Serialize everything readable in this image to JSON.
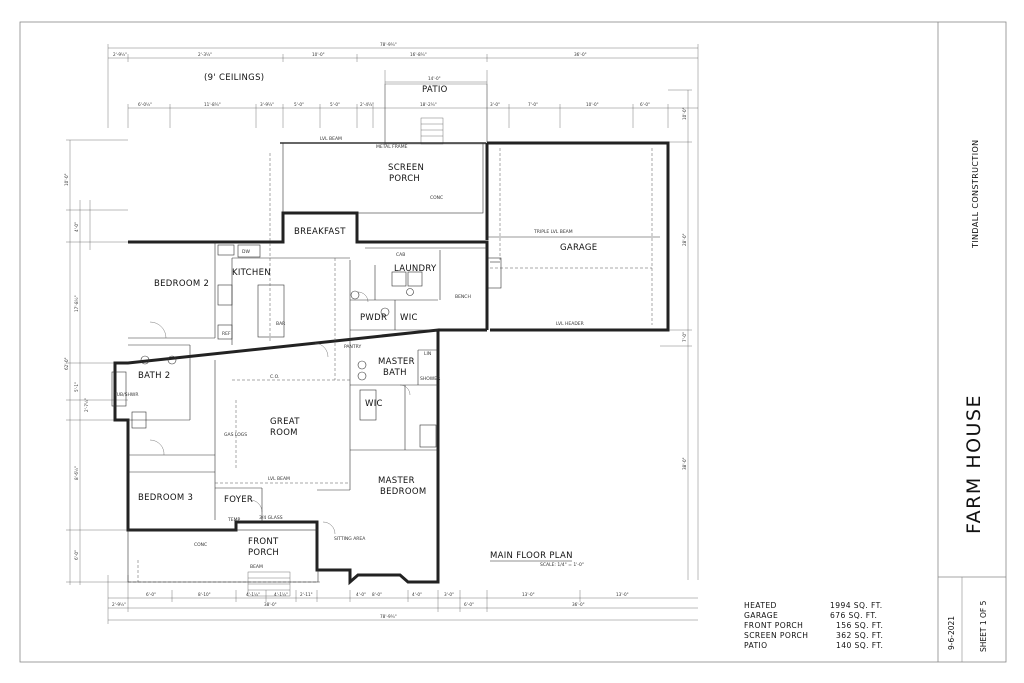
{
  "rooms": {
    "ceilings": "(9' CEILINGS)",
    "patio": "PATIO",
    "screen_porch": [
      "SCREEN",
      "PORCH"
    ],
    "breakfast": "BREAKFAST",
    "garage": "GARAGE",
    "kitchen": "KITCHEN",
    "bedroom2": "BEDROOM 2",
    "laundry": "LAUNDRY",
    "pwdr": "PWDR",
    "wic1": "WIC",
    "master_bath": [
      "MASTER",
      "BATH"
    ],
    "bath2": "BATH 2",
    "wic2": "WIC",
    "great_room": [
      "GREAT",
      "ROOM"
    ],
    "master_bedroom": [
      "MASTER",
      "BEDROOM"
    ],
    "bedroom3": "BEDROOM 3",
    "foyer": "FOYER",
    "front_porch": [
      "FRONT",
      "PORCH"
    ],
    "main_floor_plan": "MAIN FLOOR PLAN"
  },
  "notes": {
    "lvl_beam": "LVL BEAM",
    "metal_frame": "METAL FRAME",
    "conc": "CONC",
    "triple_lvl_beam": "TRIPLE LVL BEAM",
    "lvl_header": "LVL HEADER",
    "bench": "BENCH",
    "cab": "CAB",
    "dw": "DW",
    "ref": "REF",
    "bar": "BAR",
    "co": "C.O.",
    "gas_logs": "GAS LOGS",
    "temp": "TEMP",
    "glass_34": "3/4 GLASS",
    "beam": "BEAM",
    "sitting_area": "SITTING AREA",
    "tub_shwr": "TUB/SHWR",
    "pantry": "PANTRY",
    "lin": "LIN",
    "shower": "SHOWER",
    "scale": "SCALE: 1/4\" = 1'-0\""
  },
  "dimensions": {
    "overall_top": "78'-9¼\"",
    "overall_bottom": "78'-9¼\"",
    "top_row": [
      "2'-9½\"",
      "2'-3¼\"",
      "10'-0\"",
      "16'-8¼\"",
      "36'-0\""
    ],
    "patio_width": "14'-0\"",
    "second_row": [
      "6'-0½\"",
      "11'-8¼\"",
      "3'-9¼\"",
      "5'-0\"",
      "5'-0\"",
      "2'-4¼\"",
      "18'-2¼\"",
      "3'-0\"",
      "7'-0\"",
      "10'-0\"",
      "6'-0\""
    ],
    "bottom_row1": [
      "6'-0\"",
      "8'-10\"",
      "4'-1½\"",
      "4'-1½\"",
      "2'-11\"",
      "4'-0\"",
      "8'-0\"",
      "4'-0\"",
      "3'-0\"",
      "13'-0\"",
      "13'-0\""
    ],
    "bottom_row2": [
      "2'-9½\"",
      "38'-0\"",
      "6'-0\"",
      "36'-0\""
    ],
    "left_side": [
      "10'-0\"",
      "4'-0\"",
      "62'-0\"",
      "17'-8½\"",
      "5'-1\"",
      "2'-7½\"",
      "8'-6½\"",
      "6'-0\""
    ],
    "right_side": [
      "10'-0\"",
      "28'-0\"",
      "7'-0\"",
      "38'-0\""
    ]
  },
  "areas": [
    {
      "label": "HEATED",
      "value": "1994 SQ. FT."
    },
    {
      "label": "GARAGE",
      "value": "676 SQ. FT."
    },
    {
      "label": "FRONT PORCH",
      "value": "156 SQ. FT."
    },
    {
      "label": "SCREEN PORCH",
      "value": "362 SQ. FT."
    },
    {
      "label": "PATIO",
      "value": "140 SQ. FT."
    }
  ],
  "title_block": {
    "company": "TINDALL CONSTRUCTION",
    "project": "FARM HOUSE",
    "date": "9-6-2021",
    "sheet": "SHEET 1 OF 5"
  }
}
